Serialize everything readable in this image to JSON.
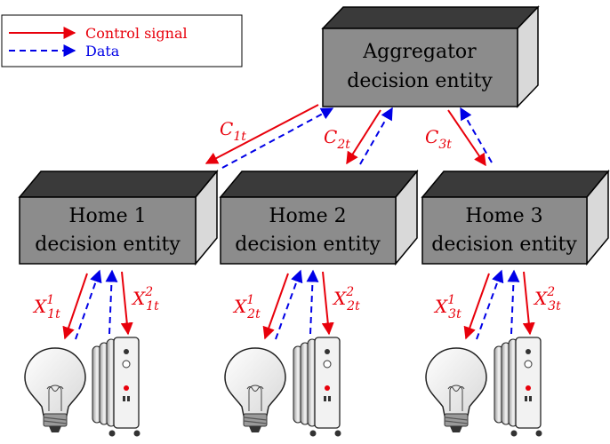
{
  "legend": {
    "control_label": "Control signal",
    "data_label": "Data"
  },
  "colors": {
    "control": "#e8000b",
    "data": "#0000e6",
    "box_front": "#8c8c8c",
    "box_top": "#3a3a3a",
    "box_side": "#d9d9d9"
  },
  "aggregator": {
    "line1": "Aggregator",
    "line2": "decision entity"
  },
  "homes": [
    {
      "line1": "Home 1",
      "line2": "decision entity",
      "c_sub": "1t",
      "x_sub": "1t"
    },
    {
      "line1": "Home 2",
      "line2": "decision entity",
      "c_sub": "2t",
      "x_sub": "2t"
    },
    {
      "line1": "Home 3",
      "line2": "decision entity",
      "c_sub": "3t",
      "x_sub": "3t"
    }
  ],
  "signal_symbols": {
    "control": "C",
    "appliance": "X",
    "appliance_sup": [
      "1",
      "2"
    ]
  },
  "appliance_icons": [
    "light-bulb-icon",
    "oil-radiator-heater-icon"
  ]
}
